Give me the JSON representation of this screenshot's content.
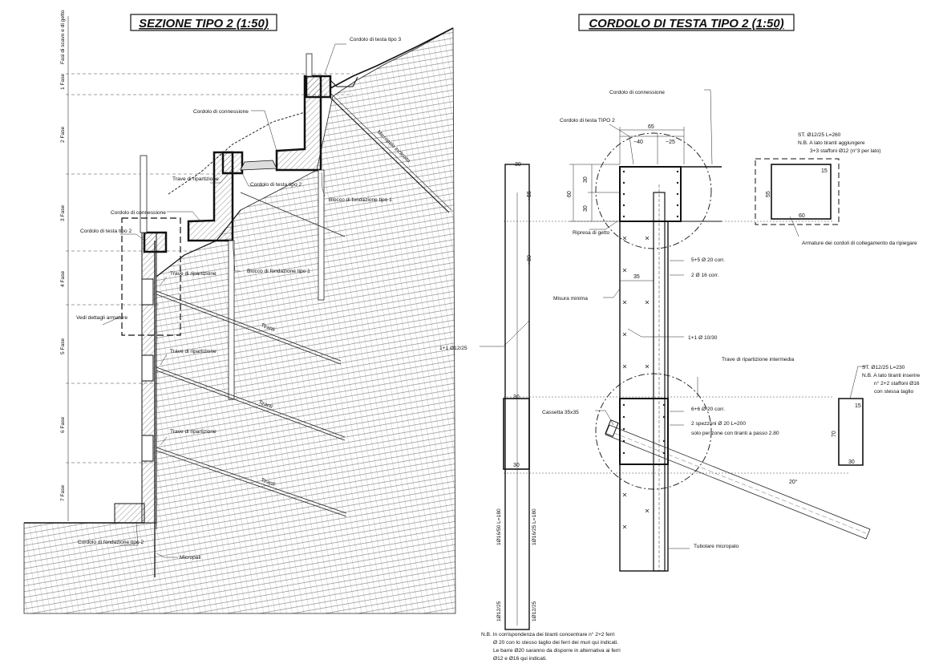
{
  "left_view": {
    "title": "SEZIONE TIPO 2 (1:50)",
    "phases": [
      "Fasi di scavo e di getto",
      "1 Fase",
      "2 Fase",
      "3 Fase",
      "4 Fase",
      "5 Fase",
      "6 Fase",
      "7 Fase"
    ],
    "labels": {
      "cordolo_testa_3": "Cordolo di testa tipo 3",
      "cordolo_connessione_top": "Cordolo di connessione",
      "micropalo_inclinato": "Micropalo inclinato",
      "trave_ripartizione_top": "Trave di ripartizione",
      "cordolo_testa_2_mid": "Cordolo di testa tipo 2",
      "blocco_fondazione_1_right": "Blocco di fondazione tipo 1",
      "cordolo_connessione_mid": "Cordolo di connessione",
      "cordolo_testa_2_left": "Cordolo di testa tipo 2",
      "blocco_fondazione_1_mid": "Blocco di fondazione tipo 1",
      "trave_ripartizione_1": "Trave di ripartizione",
      "vedi_dettagli": "Vedi dettagli armature",
      "tiranti_1": "Tiranti",
      "trave_ripartizione_2": "Trave di ripartizione",
      "tiranti_2": "Tiranti",
      "trave_ripartizione_3": "Trave di ripartizione",
      "tiranti_3": "Tiranti",
      "cordolo_fondazione": "Cordolo di fondazione tipo 2",
      "micropali": "Micropali"
    }
  },
  "right_view": {
    "title": "CORDOLO DI TESTA TIPO 2 (1:50)",
    "labels": {
      "cordolo_connessione": "Cordolo di connessione",
      "cordolo_testa": "Cordolo di testa TIPO 2",
      "ripresa_getto": "Ripresa di getto",
      "misura_minima": "Misura minima",
      "bars_main": "5+5 Ø 20 corr.",
      "bars_secondary": "2 Ø 16 corr.",
      "stirrups": "1+1 Ø 10/30",
      "left_stirrups": "1+1 Ø12/25",
      "trave_intermedia": "Trave di ripartizione intermedia",
      "cassetta": "Cassetta 35x35",
      "bars_beam": "6+6 Ø 20 corr.",
      "spezzoni": "2 spezzoni Ø 20 L=200",
      "spezzoni_note": "solo per zone con tiranti a passo 2.80",
      "tubolare": "Tubolare micropalo",
      "st_top": "ST. Ø12/25 L=260",
      "st_top_note_1": "N.B. A lato tiranti aggiungere",
      "st_top_note_2": "3+3 staffoni Ø12 (n°3 per lato)",
      "armature_cordoli": "Armature dei cordoli di collegamento da ripiegare",
      "st_mid": "ST. Ø12/25 L=230",
      "st_mid_note_1": "N.B. A lato tiranti inserire",
      "st_mid_note_2": "n° 2+2 staffoni Ø16",
      "st_mid_note_3": "con stessa taglio",
      "vert_bar_1": "1Ø16/50 L=180",
      "vert_bar_2": "1Ø16/25 L=180",
      "vert_bar_3": "1Ø12/25",
      "vert_bar_4": "1Ø12/25",
      "nb_1": "N.B. In corrispondenza dei tiranti concentrare n° 2+2 ferri",
      "nb_2": "Ø 20 con lo stesso taglio dei ferri dei muri qui indicati.",
      "nb_3": "Le barre Ø20 saranno da disporre in alternativa ai ferri",
      "nb_4": "Ø12 e Ø16 qui indicati."
    },
    "dims": {
      "d65": "65",
      "d40": "~40",
      "d25": "~25",
      "d30a": "30",
      "d30b": "30",
      "d60": "60",
      "d35": "35",
      "d20": "20°",
      "d30c": "30",
      "d30d": "30",
      "d30e": "30",
      "d55": "~55",
      "d80": "~80",
      "d15a": "15",
      "d55b": "55",
      "d60b": "60",
      "d15b": "15",
      "d70": "70",
      "d30f": "30"
    }
  }
}
